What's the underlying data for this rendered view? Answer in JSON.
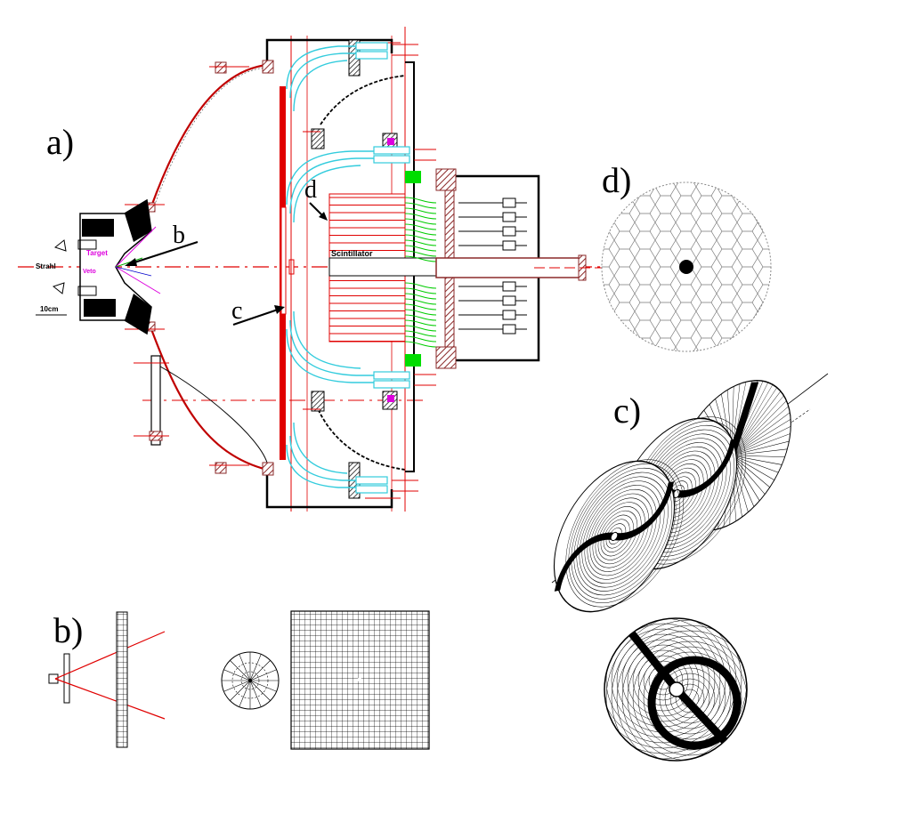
{
  "labels": {
    "panel_a": "a)",
    "panel_b": "b)",
    "panel_c": "c)",
    "panel_d": "d)",
    "pointer_b": "b",
    "pointer_c": "c",
    "pointer_d": "d",
    "scintillator": "Scintillator",
    "strahl": "Strahl",
    "target": "Target",
    "veto": "Veto",
    "scale": "10cm"
  },
  "colors": {
    "red": "#e00000",
    "cyan": "#33ccdd",
    "green": "#00cc00",
    "magenta": "#dd00dd",
    "brown": "#8b2a2a",
    "black": "#000000"
  }
}
